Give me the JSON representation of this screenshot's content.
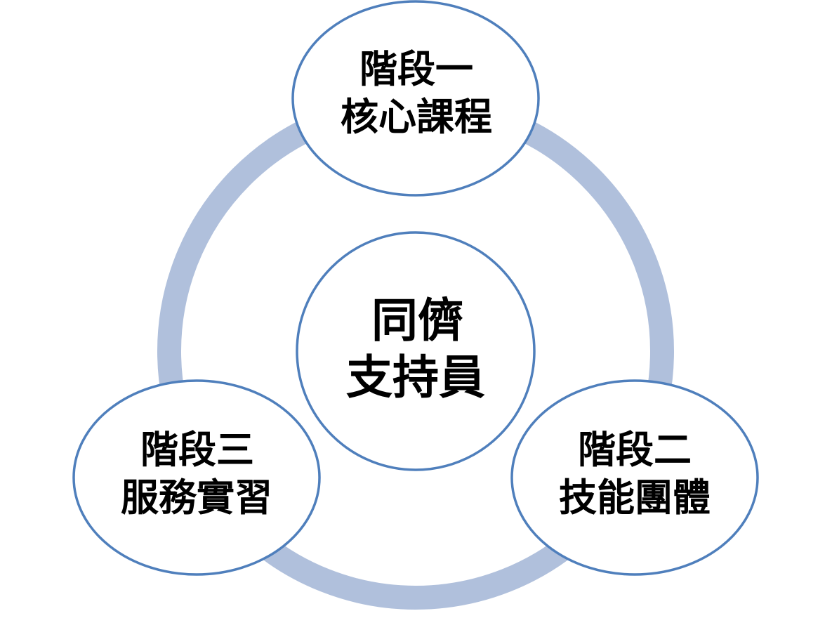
{
  "diagram": {
    "colors": {
      "ring": "#b0c0dc",
      "node_fill": "#ffffff",
      "node_stroke": "#4f7fbc",
      "text": "#000000"
    },
    "center": {
      "line1": "同儕",
      "line2": "支持員"
    },
    "stages": [
      {
        "line1": "階段一",
        "line2": "核心課程"
      },
      {
        "line1": "階段二",
        "line2": "技能團體"
      },
      {
        "line1": "階段三",
        "line2": "服務實習"
      }
    ]
  }
}
